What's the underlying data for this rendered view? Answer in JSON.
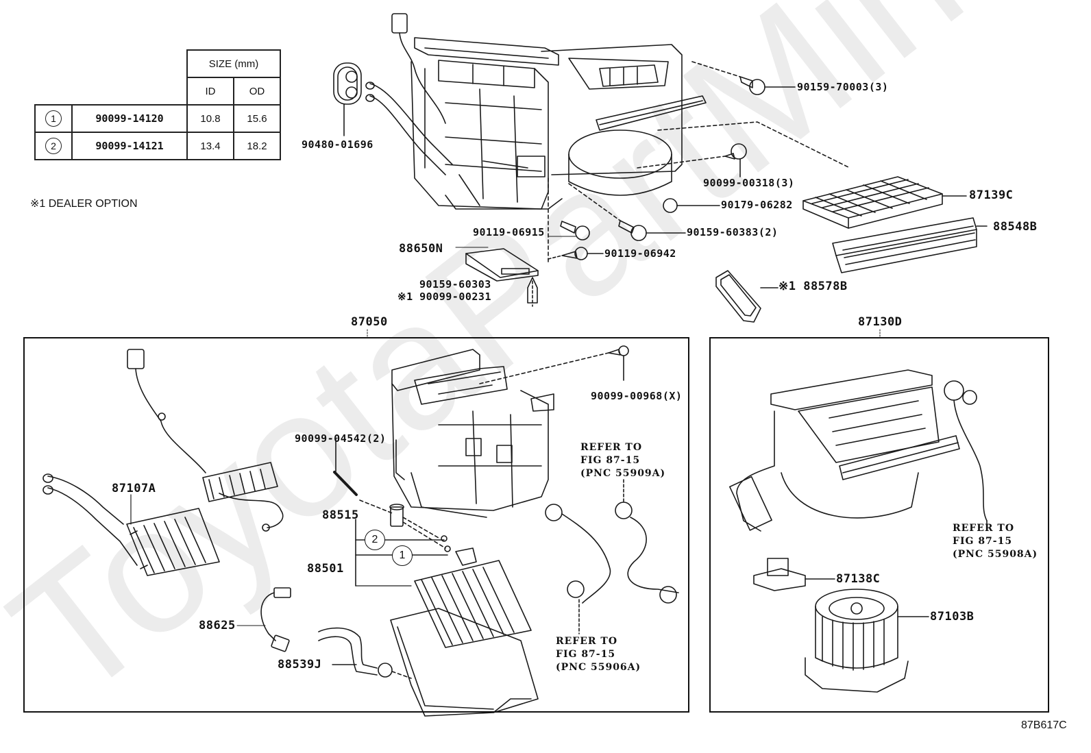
{
  "diagram": {
    "type": "parts-exploded-view",
    "figure_number": "87B617C",
    "watermark": "ToyotaPartMine.ru"
  },
  "size_table": {
    "header_group": "SIZE (mm)",
    "col_id": "ID",
    "col_od": "OD",
    "rows": [
      {
        "index": "1",
        "part_no": "90099-14120",
        "id": "10.8",
        "od": "15.6"
      },
      {
        "index": "2",
        "part_no": "90099-14121",
        "id": "13.4",
        "od": "18.2"
      }
    ]
  },
  "note": "※1  DEALER OPTION",
  "top_labels": {
    "grommet": "90480-01696",
    "screw_70003": "90159-70003(3)",
    "screw_00318": "90099-00318(3)",
    "nut_06282": "90179-06282",
    "filter": "87139C",
    "filter_cover": "88548B",
    "screw_60383": "90159-60383(2)",
    "bolt_06915": "90119-06915",
    "bolt_06942": "90119-06942",
    "amplifier": "88650N",
    "screw_60303": "90159-60303",
    "screw_00231": "※1 90099-00231",
    "seal_88578b": "※1 88578B"
  },
  "group_87050": {
    "title": "87050",
    "labels": {
      "screw_00968": "90099-00968(X)",
      "screw_04542": "90099-04542(2)",
      "heater_core": "87107A",
      "valve_88515": "88515",
      "evaporator": "88501",
      "thermistor": "88625",
      "hose_88539j": "88539J",
      "oring_1": "1",
      "oring_2": "2"
    },
    "refer_a": "REFER TO\nFIG 87-15\n(PNC 55909A)",
    "refer_b": "REFER TO\nFIG 87-15\n(PNC 55906A)"
  },
  "group_87130d": {
    "title": "87130D",
    "labels": {
      "resistor": "87138C",
      "blower_motor": "87103B"
    },
    "refer": "REFER TO\nFIG 87-15\n(PNC 55908A)"
  }
}
